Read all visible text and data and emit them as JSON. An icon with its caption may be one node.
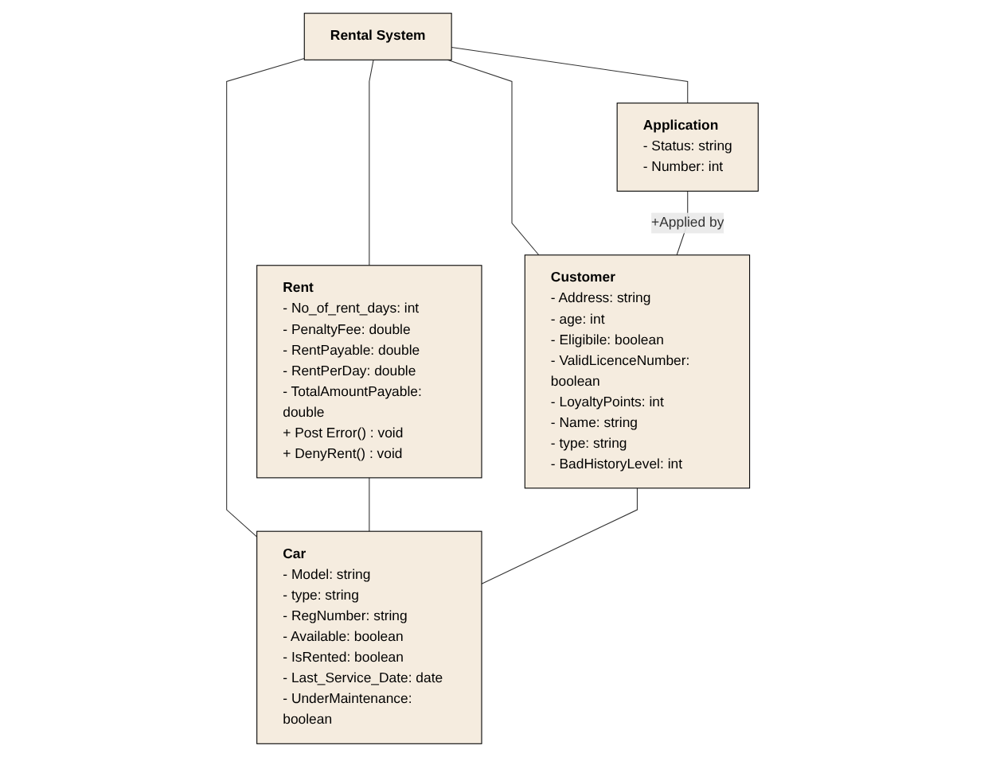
{
  "diagram": {
    "nodes": [
      {
        "text": [
          "Rental System"
        ]
      },
      {
        "text": [
          "Rent",
          "- No_of_rent_days: int",
          "- PenaltyFee: double",
          "- RentPayable: double",
          "- RentPerDay: double",
          "- TotalAmountPayable: double",
          "+ Post Error() : void",
          "+ DenyRent() : void"
        ]
      },
      {
        "text": [
          "Application",
          "- Status: string",
          "- Number: int"
        ]
      },
      {
        "text": [
          "Customer",
          "- Address: string",
          "- age: int",
          "- Eligibile: boolean",
          "- ValidLicenceNumber: boolean",
          "- LoyaltyPoints: int",
          "- Name: string",
          "- type: string",
          "- BadHistoryLevel: int"
        ]
      },
      {
        "text": [
          "Car",
          "- Model: string",
          "- type: string",
          "- RegNumber: string",
          "- Available: boolean",
          "- IsRented: boolean",
          "- Last_Service_Date: date",
          "- UnderMaintenance: boolean"
        ]
      }
    ],
    "edges": [
      {
        "from": 0,
        "to": 2,
        "arrow": "none"
      },
      {
        "from": 0,
        "to": 1,
        "arrow": "none"
      },
      {
        "from": 0,
        "to": 3,
        "arrow": "none"
      },
      {
        "from": 0,
        "to": 4,
        "arrow": "none"
      },
      {
        "from": 1,
        "to": 4,
        "arrow": "none"
      },
      {
        "from": 2,
        "to": 3,
        "arrow": "none",
        "label": "+Applied by"
      },
      {
        "from": 3,
        "to": 4,
        "arrow": "none"
      }
    ]
  }
}
